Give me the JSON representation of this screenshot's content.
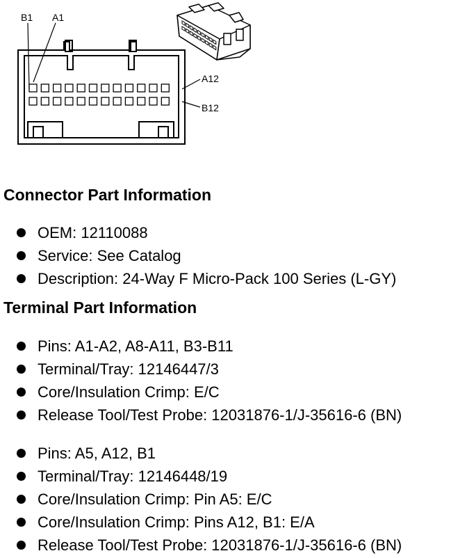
{
  "diagram": {
    "pin_labels": {
      "b1": "B1",
      "a1": "A1",
      "a12": "A12",
      "b12": "B12"
    }
  },
  "connector": {
    "heading": "Connector Part Information",
    "items": [
      "OEM: 12110088",
      "Service: See Catalog",
      "Description: 24-Way F Micro-Pack 100 Series (L-GY)"
    ]
  },
  "terminal": {
    "heading": "Terminal Part Information",
    "group1": [
      "Pins: A1-A2, A8-A11, B3-B11",
      "Terminal/Tray: 12146447/3",
      "Core/Insulation Crimp: E/C",
      "Release Tool/Test Probe: 12031876-1/J-35616-6 (BN)"
    ],
    "group2": [
      "Pins: A5, A12, B1",
      "Terminal/Tray: 12146448/19",
      "Core/Insulation Crimp: Pin A5: E/C",
      "Core/Insulation Crimp: Pins A12, B1: E/A",
      "Release Tool/Test Probe: 12031876-1/J-35616-6 (BN)"
    ]
  }
}
